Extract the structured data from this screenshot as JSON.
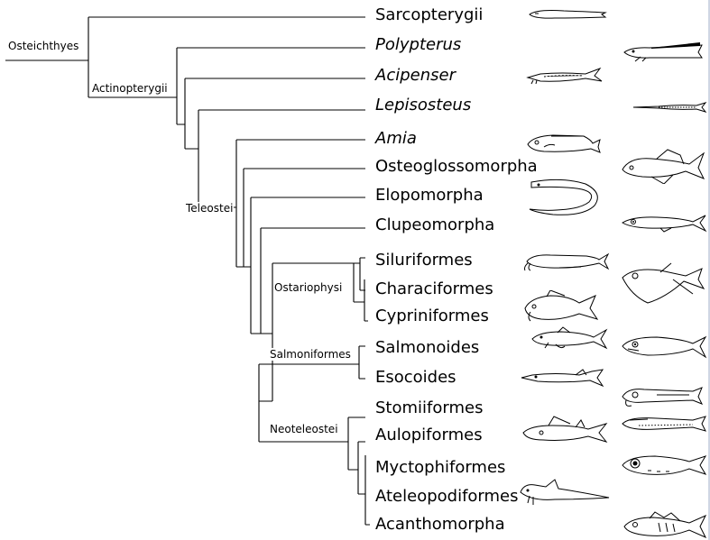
{
  "nodes": {
    "osteichthyes": "Osteichthyes",
    "actinopterygii": "Actinopterygii",
    "teleostei": "Teleostei",
    "ostariophysi": "Ostariophysi",
    "salmoniformes": "Salmoniformes",
    "neoteleostei": "Neoteleostei"
  },
  "taxa": [
    {
      "label": "Sarcopterygii",
      "italic": false
    },
    {
      "label": "Polypterus",
      "italic": true
    },
    {
      "label": "Acipenser",
      "italic": true
    },
    {
      "label": "Lepisosteus",
      "italic": true
    },
    {
      "label": "Amia",
      "italic": true
    },
    {
      "label": "Osteoglossomorpha",
      "italic": false
    },
    {
      "label": "Elopomorpha",
      "italic": false
    },
    {
      "label": "Clupeomorpha",
      "italic": false
    },
    {
      "label": "Siluriformes",
      "italic": false
    },
    {
      "label": "Characiformes",
      "italic": false
    },
    {
      "label": "Cypriniformes",
      "italic": false
    },
    {
      "label": "Salmonoides",
      "italic": false
    },
    {
      "label": "Esocoides",
      "italic": false
    },
    {
      "label": "Stomiiformes",
      "italic": false
    },
    {
      "label": "Aulopiformes",
      "italic": false
    },
    {
      "label": "Myctophiformes",
      "italic": false
    },
    {
      "label": "Ateleopodiformes",
      "italic": false
    },
    {
      "label": "Acanthomorpha",
      "italic": false
    }
  ],
  "icons": [
    "lungfish-icon",
    "bichir-icon",
    "sturgeon-icon",
    "gar-icon",
    "bowfin-icon",
    "arowana-icon",
    "eel-icon",
    "herring-icon",
    "catfish-icon",
    "hatchetfish-icon",
    "carp-icon",
    "salmon-icon",
    "pike-icon",
    "dragonfish-icon",
    "lizardfish-icon",
    "lanternfish-icon",
    "jellynose-icon",
    "perch-icon"
  ]
}
